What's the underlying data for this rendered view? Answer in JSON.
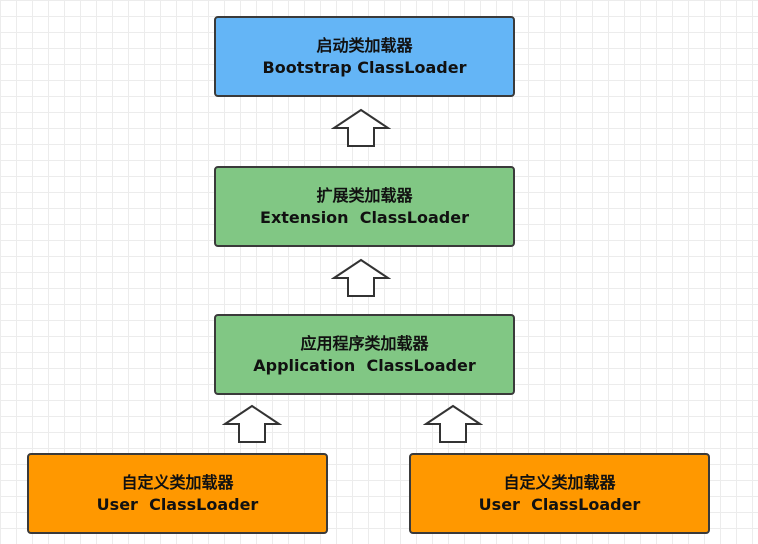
{
  "nodes": {
    "bootstrap": {
      "title": "启动类加载器",
      "subtitle": "Bootstrap ClassLoader",
      "color": "#64b5f6"
    },
    "extension": {
      "title": "扩展类加载器",
      "subtitle": "Extension  ClassLoader",
      "color": "#81c784"
    },
    "application": {
      "title": "应用程序类加载器",
      "subtitle": "Application  ClassLoader",
      "color": "#81c784"
    },
    "user_left": {
      "title": "自定义类加载器",
      "subtitle": "User  ClassLoader",
      "color": "#ff9800"
    },
    "user_right": {
      "title": "自定义类加载器",
      "subtitle": "User  ClassLoader",
      "color": "#ff9800"
    }
  },
  "arrows": [
    {
      "from": "extension",
      "to": "bootstrap",
      "icon": "up-arrow-icon"
    },
    {
      "from": "application",
      "to": "extension",
      "icon": "up-arrow-icon"
    },
    {
      "from": "user_left",
      "to": "application",
      "icon": "up-arrow-icon"
    },
    {
      "from": "user_right",
      "to": "application",
      "icon": "up-arrow-icon"
    }
  ]
}
